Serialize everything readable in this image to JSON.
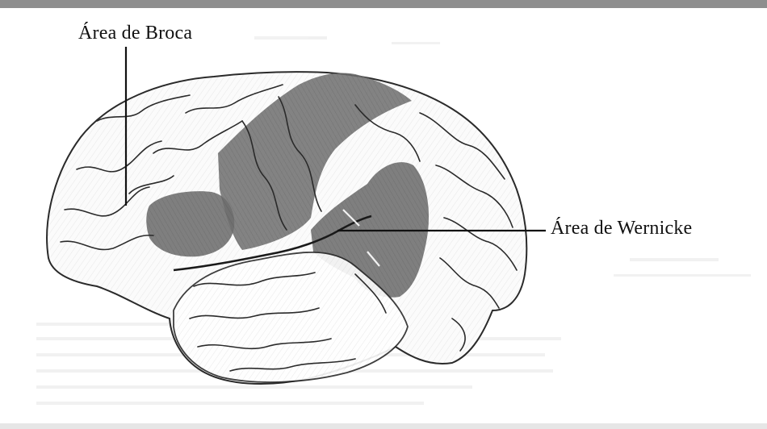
{
  "labels": {
    "broca": "Área de Broca",
    "wernicke": "Área de Wernicke"
  },
  "colors": {
    "top_border": "#8e8e8e",
    "region_fill": "#6d6d6d",
    "outline": "#2a2a2a",
    "background": "#ffffff"
  },
  "icons": {
    "brain": "brain-illustration"
  }
}
